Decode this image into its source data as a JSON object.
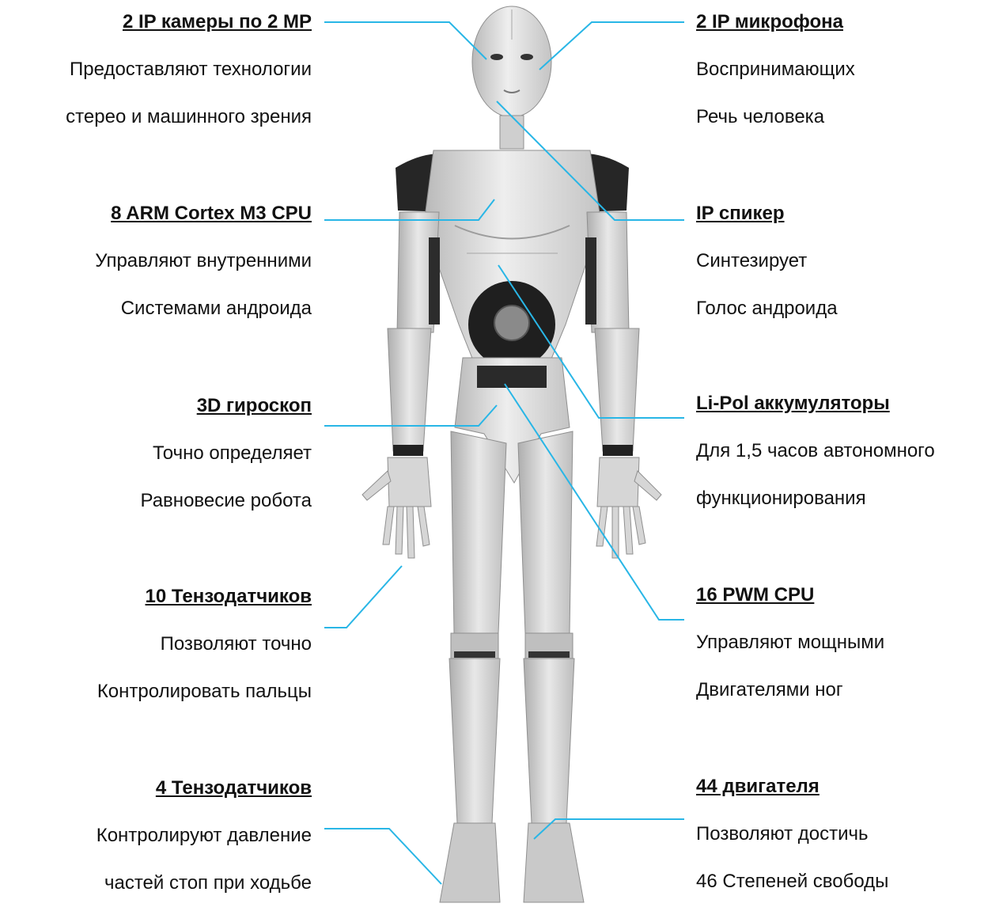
{
  "colors": {
    "leader_line": "#29b6e6",
    "robot_body": "#dcdcdc",
    "robot_shadow": "#9a9a9a",
    "robot_dark": "#1e1e1e"
  },
  "icons": {
    "robot": "humanoid-android-robot-figure"
  },
  "callouts": {
    "cameras": {
      "title": "2 IP камеры по 2 MP",
      "line1": "Предоставляют технологии",
      "line2": "стерео и машинного зрения"
    },
    "cpu": {
      "title": "8 ARM Cortex M3 CPU",
      "line1": "Управляют внутренними",
      "line2": "Системами андроида"
    },
    "gyro": {
      "title": "3D гироскоп",
      "line1": "Точно определяет",
      "line2": "Равновесие робота"
    },
    "strain10": {
      "title": "10 Тензодатчиков",
      "line1": "Позволяют точно",
      "line2": "Контролировать пальцы"
    },
    "strain4": {
      "title": "4 Тензодатчиков",
      "line1": "Контролируют давление",
      "line2": "частей стоп при ходьбе"
    },
    "mics": {
      "title": "2 IP микрофона",
      "line1": "Воспринимающих",
      "line2": "Речь человека"
    },
    "speaker": {
      "title": "IP спикер",
      "line1": "Синтезирует",
      "line2": "Голос андроида"
    },
    "battery": {
      "title": "Li-Pol аккумуляторы",
      "line1": "Для 1,5 часов автономного",
      "line2": "функционирования"
    },
    "pwm": {
      "title": "16 PWM CPU",
      "line1": "Управляют мощными",
      "line2": "Двигателями ног"
    },
    "motors": {
      "title": "44 двигателя",
      "line1": "Позволяют достичь",
      "line2": "46 Степеней свободы"
    }
  }
}
